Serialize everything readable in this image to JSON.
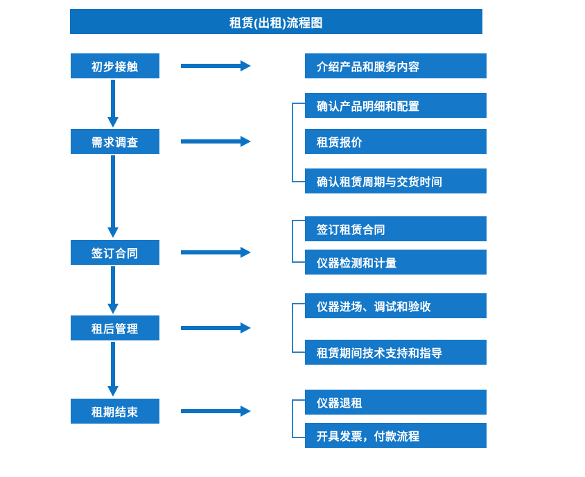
{
  "title": "租赁(出租)流程图",
  "colors": {
    "title_bar": "#0c72bf",
    "box_fill": "#1578c8",
    "arrow": "#0b72c4",
    "bracket": "#2f7fc1",
    "box_text": "#ffffff",
    "background": "#ffffff"
  },
  "stages": [
    {
      "label": "初步接触"
    },
    {
      "label": "需求调查"
    },
    {
      "label": "签订合同"
    },
    {
      "label": "租后管理"
    },
    {
      "label": "租期结束"
    }
  ],
  "groups": [
    {
      "stage": "初步接触",
      "bracket": false,
      "tasks": [
        {
          "label": "介绍产品和服务内容"
        }
      ]
    },
    {
      "stage": "需求调查",
      "bracket": true,
      "tasks": [
        {
          "label": "确认产品明细和配置"
        },
        {
          "label": "租赁报价"
        },
        {
          "label": "确认租赁周期与交货时间"
        }
      ]
    },
    {
      "stage": "签订合同",
      "bracket": true,
      "tasks": [
        {
          "label": "签订租赁合同"
        },
        {
          "label": "仪器检测和计量"
        }
      ]
    },
    {
      "stage": "租后管理",
      "bracket": true,
      "tasks": [
        {
          "label": "仪器进场、调试和验收"
        },
        {
          "label": "租赁期间技术支持和指导"
        }
      ]
    },
    {
      "stage": "租期结束",
      "bracket": true,
      "tasks": [
        {
          "label": "仪器退租"
        },
        {
          "label": "开具发票，付款流程"
        }
      ]
    }
  ],
  "connectors": {
    "horizontal_arrow_count": 5,
    "vertical_arrow_count": 4
  }
}
